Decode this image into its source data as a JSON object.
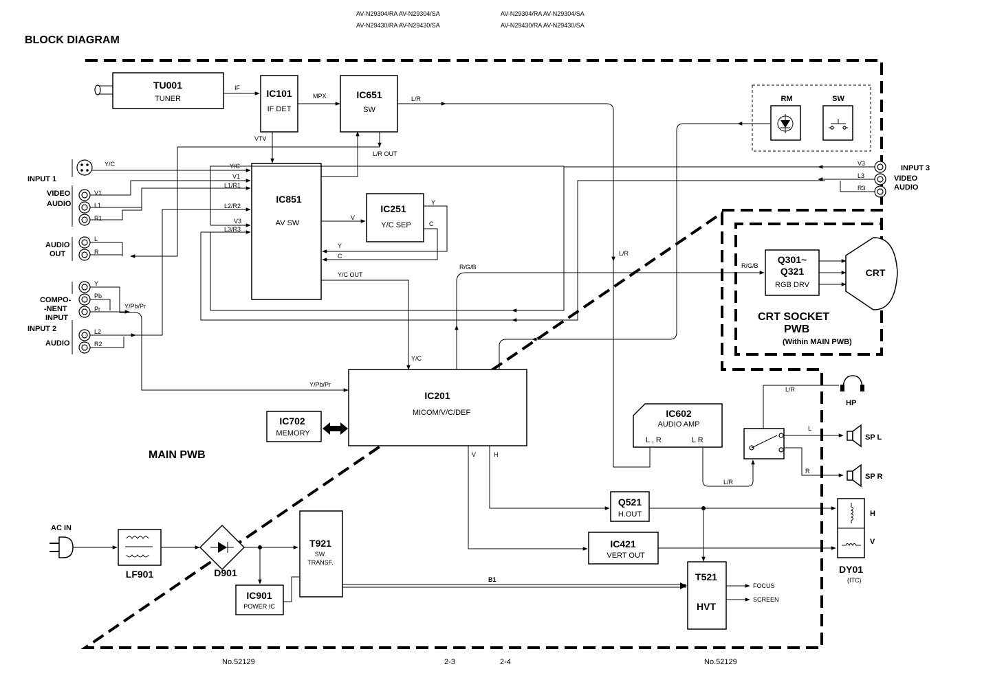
{
  "header": {
    "models_left_1": "AV-N29304/RA  AV-N29304/SA",
    "models_left_2": "AV-N29430/RA  AV-N29430/SA",
    "models_right_1": "AV-N29304/RA  AV-N29304/SA",
    "models_right_2": "AV-N29430/RA  AV-N29430/SA",
    "title": "BLOCK DIAGRAM"
  },
  "blocks": {
    "tu001": {
      "name": "TU001",
      "sub": "TUNER"
    },
    "ic101": {
      "name": "IC101",
      "sub": "IF DET"
    },
    "ic651": {
      "name": "IC651",
      "sub": "SW"
    },
    "ic851": {
      "name": "IC851",
      "sub": "AV SW"
    },
    "ic251": {
      "name": "IC251",
      "sub": "Y/C SEP"
    },
    "ic201": {
      "name": "IC201",
      "sub": "MICOM/V/C/DEF"
    },
    "ic702": {
      "name": "IC702",
      "sub": "MEMORY"
    },
    "ic602": {
      "name": "IC602",
      "sub": "AUDIO AMP",
      "pins_left": "L , R",
      "pins_right": "L    R"
    },
    "q301": {
      "name_1": "Q301~",
      "name_2": "Q321",
      "sub": "RGB DRV"
    },
    "crt": {
      "name": "CRT"
    },
    "q521": {
      "name": "Q521",
      "sub": "H.OUT"
    },
    "ic421": {
      "name": "IC421",
      "sub": "VERT OUT"
    },
    "t921": {
      "name": "T921",
      "sub_1": "SW.",
      "sub_2": "TRANSF."
    },
    "t521": {
      "name": "T521",
      "sub": "HVT"
    },
    "ic901": {
      "name": "IC901",
      "sub": "POWER IC"
    },
    "lf901": {
      "name": "LF901"
    },
    "d901": {
      "name": "D901"
    },
    "rm": {
      "name": "RM"
    },
    "sw": {
      "name": "SW"
    },
    "dy01": {
      "name": "DY01",
      "sub": "(ITC)",
      "h": "H",
      "v": "V"
    },
    "hp": {
      "name": "HP"
    },
    "spl": {
      "name": "SP L"
    },
    "spr": {
      "name": "SP R"
    }
  },
  "regions": {
    "main_pwb": "MAIN PWB",
    "crt_socket_1": "CRT SOCKET",
    "crt_socket_2": "PWB",
    "crt_socket_3": "(Within MAIN PWB)"
  },
  "io_labels": {
    "input1": "INPUT 1",
    "video": "VIDEO",
    "audio": "AUDIO",
    "audio_out_1": "AUDIO",
    "audio_out_2": "OUT",
    "compo_1": "COMPO-",
    "compo_2": "-NENT",
    "compo_3": "INPUT",
    "input2": "INPUT 2",
    "audio2": "AUDIO",
    "input3": "INPUT 3",
    "video3": "VIDEO",
    "audio3": "AUDIO",
    "ac_in": "AC IN"
  },
  "signals": {
    "if": "IF",
    "mpx": "MPX",
    "lr": "L/R",
    "vtv": "VTV",
    "lr_out": "L/R OUT",
    "yc": "Y/C",
    "v1": "V1",
    "l1r1": "L1/R1",
    "l2r2": "L2/R2",
    "v3": "V3",
    "l3r3": "L3/R3",
    "v": "V",
    "y": "Y",
    "c": "C",
    "yc_out": "Y/C OUT",
    "rgb": "R/G/B",
    "rgb2": "R/G/B",
    "ypbpr": "Y/Pb/Pr",
    "ypbpr2": "Y/Pb/Pr",
    "yc2": "Y/C",
    "lr2": "L/R",
    "lr3": "L/R",
    "lr4": "L/R",
    "l": "L",
    "r": "R",
    "b1": "B1",
    "focus": "FOCUS",
    "screen": "SCREEN",
    "vv": "V",
    "hh": "H",
    "j_y": "Y",
    "j_pb": "Pb",
    "j_pr": "Pr",
    "j_l2": "L2",
    "j_r2": "R2",
    "j_v1": "V1",
    "j_l1": "L1",
    "j_r1": "R1",
    "j_l": "L",
    "j_r": "R",
    "j_yc": "Y/C",
    "j_v3": "V3",
    "j_l3": "L3",
    "j_r3": "R3"
  },
  "footer": {
    "no_left": "No.52129",
    "page_left": "2-3",
    "page_right": "2-4",
    "no_right": "No.52129"
  }
}
